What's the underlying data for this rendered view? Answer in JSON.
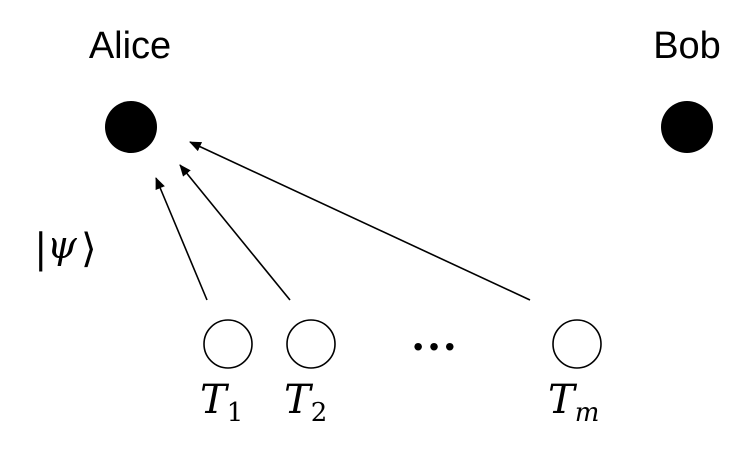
{
  "nodes": {
    "alice": {
      "label": "Alice"
    },
    "bob": {
      "label": "Bob"
    }
  },
  "state": {
    "bar": "|",
    "symbol": "ψ",
    "bracket": "⟩"
  },
  "ellipsis": "•••",
  "transmitters": [
    {
      "base": "T",
      "sub": "1"
    },
    {
      "base": "T",
      "sub": "2"
    },
    {
      "base": "T",
      "sub": "m"
    }
  ]
}
